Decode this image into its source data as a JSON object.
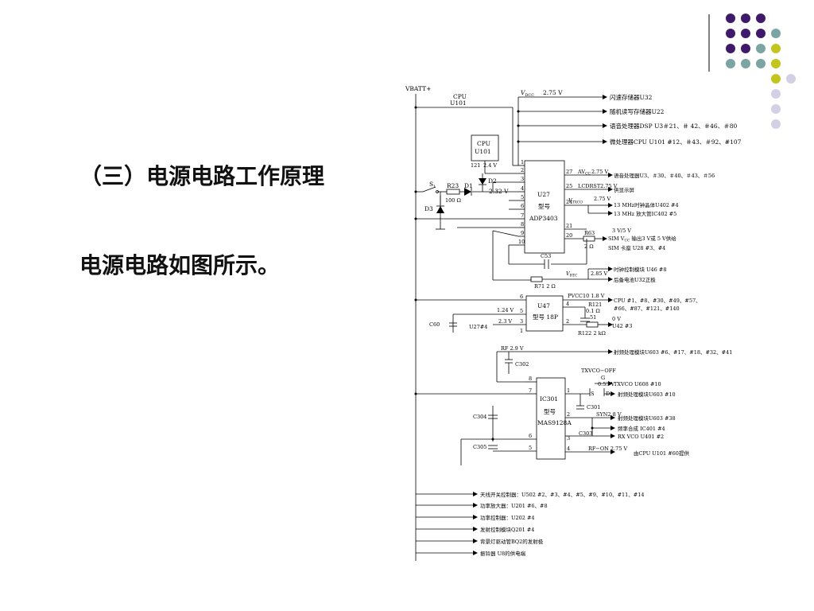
{
  "slide": {
    "title": "（三）电源电路工作原理",
    "subtitle": "电源电路如图所示。",
    "colors": {
      "purple": "#3f1a6b",
      "teal": "#7aa5a3",
      "olive": "#c4c41f",
      "lavender": "#d3d0e6"
    }
  },
  "diagram": {
    "vbatt": "VBATT+",
    "cpu_top": [
      "CPU",
      "U101"
    ],
    "vdcc": "V",
    "vdcc_sub": "DCC",
    "vdcc_val": "2.75 V",
    "top_outputs": [
      "闪速存储器U32",
      "随机读写存储器U22",
      "语音处理器DSP U3＃21、＃ 42、＃46、＃80",
      "微处理器CPU U101 #12、＃43、＃92、#107"
    ],
    "cpu_box": [
      "CPU",
      "U101"
    ],
    "cpu_pin": "121",
    "cpu_volt": "2.4 V",
    "s1": "S",
    "s1_sub": "1",
    "r23": "R23",
    "r23_val": "100 Ω",
    "d1": "D1",
    "d2": "D2",
    "d3": "D3",
    "d2_volt": "2.32 V",
    "u27": [
      "U27",
      "型号",
      "ADP3403"
    ],
    "u27_left_pins": [
      "1",
      "2",
      "3",
      "4",
      "5",
      "6",
      "7",
      "8",
      "9",
      "10"
    ],
    "u27_right_pins": [
      "27",
      "25",
      "24",
      "21",
      "20"
    ],
    "avcc": "AV",
    "avcc_sub": "CC",
    "avcc_val": "2.75 V",
    "avcc_dest": "语音处理器U3、＃30、＃40、＃43、＃56",
    "lcdrst": "LCDRST2.75 V",
    "lcdrst_dest": "供显示屏",
    "vtxco": "V",
    "vtxco_sub": "TXCO",
    "vtxco_val": "2.75 V",
    "vtxco_dest1": "13 MHz时钟晶体U402  #4",
    "vtxco_dest2": "13 MHz 放大管IC402 #5",
    "r63": "R63",
    "r63_val": "2 Ω",
    "sim_volt": "3 V/5 V",
    "sim_dest1": "SIM V",
    "sim_dest1_sub": "CC",
    "sim_dest1_rest": " 输出3 V或 5 V供给",
    "sim_dest2": "SIM 卡座 U28  #3、#4",
    "c53": "C53",
    "vrtc": "V",
    "vrtc_sub": "RTC",
    "vrtc_val": "2.85 V",
    "rtc_dest1": "时钟控制模块  U46 #8",
    "rtc_dest2": "后备电池U32正极",
    "r71": "R71  2 Ω",
    "u47": [
      "U47",
      "型号 18P"
    ],
    "u47_pins": [
      "6",
      "5",
      "3",
      "1",
      "4",
      "2"
    ],
    "pvcc": "PVCC10 1.8 V",
    "pvcc_dest1": "CPU #1、#8、#30、#49、#57、",
    "pvcc_dest2": "#66、#87、#121、#140",
    "r121": "R121",
    "r121_val": "0.1 Ω",
    "u47_51": "51",
    "u47_0v": "0 V",
    "u42": "U42 #3",
    "r122": "R122 2 kΩ",
    "v124": "1.24 V",
    "v23": "2.3 V",
    "c60": "C60",
    "u27_4": "U27#4",
    "rf_volt": "RF 2.9 V",
    "rf_dest": "射频处理模块U603 #6、#17、#18、#32、#41",
    "c302": "C302",
    "txvco_off": "TXVCO−OFF",
    "g": "G",
    "s": "S",
    "d": "D",
    "txvco_volt": "0.53 V",
    "txvco_dest": "TXVCO U608 #10",
    "u603_dest": "射频处理模块U603 #10",
    "c301": "C301",
    "ic301": [
      "IC301",
      "型号",
      "MAS9128A"
    ],
    "ic301_pins": [
      "8",
      "7",
      "1",
      "2",
      "6",
      "3",
      "5",
      "4"
    ],
    "c304": "C304",
    "c305": "C305",
    "c303": "C303",
    "syn": "SYN2.8 V",
    "syn_dest1": "射频处理模块U603 #38",
    "syn_dest2": "频率合成 IC401 #4",
    "syn_dest3": "RX VCO U401 #2",
    "rfon": "RF−ON 2.75 V",
    "rfon_dest": "由CPU U101 #60提供",
    "bottom_outputs": [
      "天线开关控制器：U502 #2、#3、#4、#5、#9、#10、#11、#14",
      "功率放大器：U201 #6、#8",
      "功率控制器：U202 #4",
      "发射控制模块Q201 #4",
      "背景灯驱动管BQ2的发射极",
      "振铃器 U8的供电端"
    ]
  }
}
